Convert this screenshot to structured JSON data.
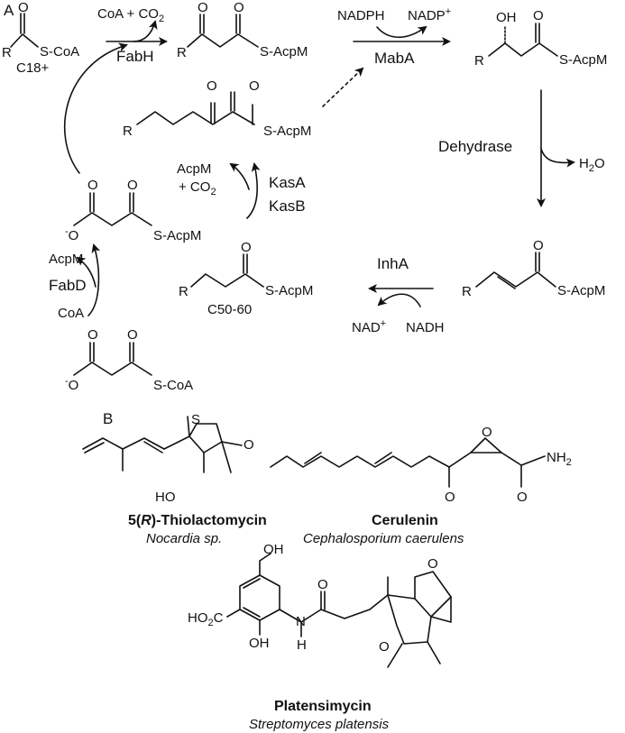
{
  "panel_a": {
    "label": "A",
    "start": {
      "r": "R",
      "sg": "S-CoA",
      "o": "O",
      "chain": "C18+"
    },
    "fabh": {
      "coa_co2": "CoA + CO",
      "co2_sub": "2",
      "enzyme": "FabH"
    },
    "ketoacyl": {
      "r": "R",
      "sg": "S-AcpM",
      "o1": "O",
      "o2": "O"
    },
    "maba": {
      "nadph": "NADPH",
      "nadp": "NADP",
      "nadp_sup": "+",
      "enzyme": "MabA"
    },
    "hydroxyacyl": {
      "r": "R",
      "sg": "S-AcpM",
      "oh": "OH",
      "o": "O"
    },
    "dehydrase": {
      "enzyme": "Dehydrase",
      "h2o": "H",
      "h2o_sub": "2",
      "h2o_end": "O"
    },
    "enoyl": {
      "r": "R",
      "sg": "S-AcpM",
      "o": "O"
    },
    "inha": {
      "enzyme": "InhA",
      "nad": "NAD",
      "nad_sup": "+",
      "nadh": "NADH"
    },
    "acyl": {
      "r": "R",
      "sg": "S-AcpM",
      "o": "O",
      "chain": "C50-60"
    },
    "kas": {
      "acpm_out": "AcpM",
      "co2_out": "+ CO",
      "co2_sub": "2",
      "enzyme1": "KasA",
      "enzyme2": "KasB"
    },
    "elongated": {
      "r": "R",
      "sg": "S-AcpM",
      "o1": "O",
      "o2": "O"
    },
    "malonyl_acp": {
      "sg": "S-AcpM",
      "o1": "O",
      "o2": "O",
      "o3": "O",
      "neg": "-"
    },
    "fabd": {
      "acpm": "AcpM",
      "enzyme": "FabD",
      "coa": "CoA"
    },
    "malonyl_coa": {
      "sg": "S-CoA",
      "o1": "O",
      "o2": "O",
      "o3": "O",
      "neg": "-"
    }
  },
  "panel_b": {
    "label": "B",
    "thiolactomycin": {
      "name_pre": "5(",
      "name_r": "R",
      "name_post": ")-Thiolactomycin",
      "source": "Nocardia sp.",
      "s": "S",
      "o": "O",
      "ho": "HO"
    },
    "cerulenin": {
      "name": "Cerulenin",
      "source": "Cephalosporium caerulens",
      "o_epox": "O",
      "o_ket": "O",
      "o_amide": "O",
      "nh2": "NH",
      "nh2_sub": "2"
    },
    "platensimycin": {
      "name": "Platensimycin",
      "source": "Streptomyces platensis",
      "oh1": "OH",
      "oh2": "OH",
      "ho2c": "HO",
      "ho2c_sub": "2",
      "ho2c_end": "C",
      "n": "N",
      "h": "H",
      "o_amide": "O",
      "o_ket": "O",
      "o_ether": "O"
    }
  }
}
